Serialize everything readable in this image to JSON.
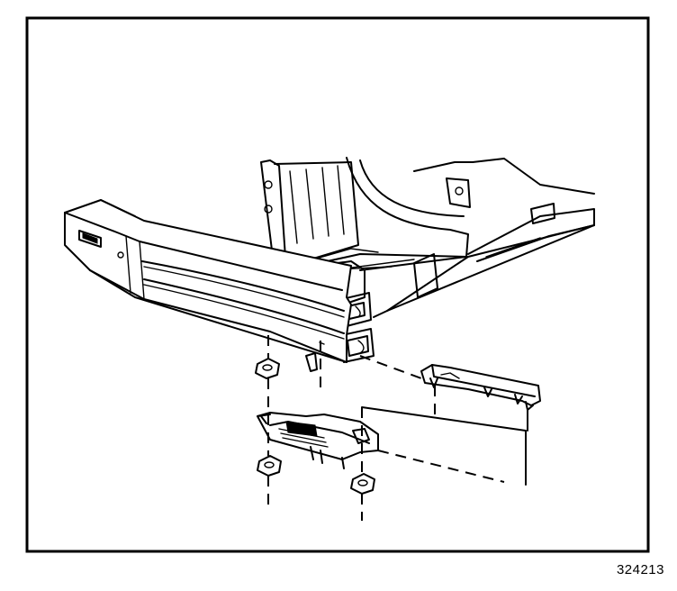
{
  "figure": {
    "number": "324213"
  },
  "colors": {
    "ink": "#000000",
    "paper": "#ffffff"
  },
  "parts": [
    "frame-border",
    "bumper-impact-bar",
    "frame-rail-left",
    "frame-rail-right",
    "upper-bracket",
    "lower-bracket",
    "nut-upper",
    "nut-lower-left",
    "nut-lower-right",
    "alignment-dashes"
  ]
}
